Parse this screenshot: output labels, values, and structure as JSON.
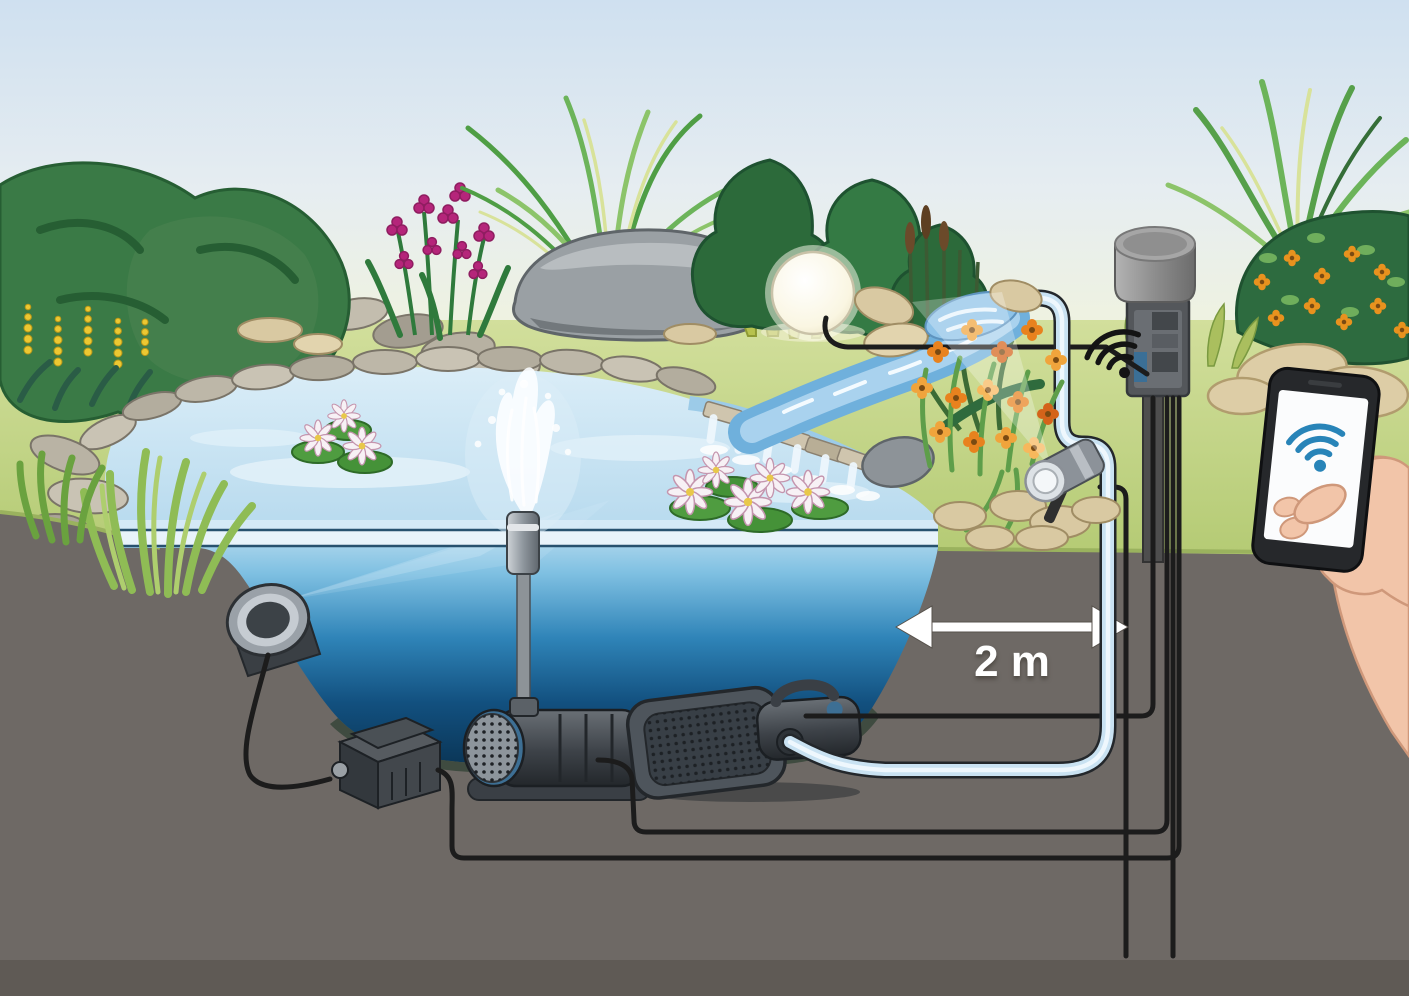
{
  "annotation": {
    "distance_label": "2 m"
  },
  "icons": {
    "controller_wifi": "wifi-icon",
    "phone_wifi": "wifi-icon"
  },
  "colors": {
    "sky_top": "#cfe0f0",
    "grass": "#bcd27f",
    "ground_cutaway": "#6e6965",
    "water_surface": "#cfe6f4",
    "water_deep": "#0a3454",
    "hose": "#cde3f3",
    "cable": "#1c1c1c",
    "wifi_blue": "#2884b8",
    "arrow": "#ffffff"
  },
  "components": [
    {
      "name": "control-unit"
    },
    {
      "name": "wifi-signal"
    },
    {
      "name": "smartphone-in-hand"
    },
    {
      "name": "garden-spotlight"
    },
    {
      "name": "globe-light"
    },
    {
      "name": "underwater-spotlight"
    },
    {
      "name": "fountain"
    },
    {
      "name": "fountain-pump"
    },
    {
      "name": "filter-pump"
    },
    {
      "name": "transformer-box"
    },
    {
      "name": "hose-to-stream"
    },
    {
      "name": "stream-waterfall"
    },
    {
      "name": "pond"
    },
    {
      "name": "water-lilies"
    },
    {
      "name": "distance-marker"
    }
  ]
}
